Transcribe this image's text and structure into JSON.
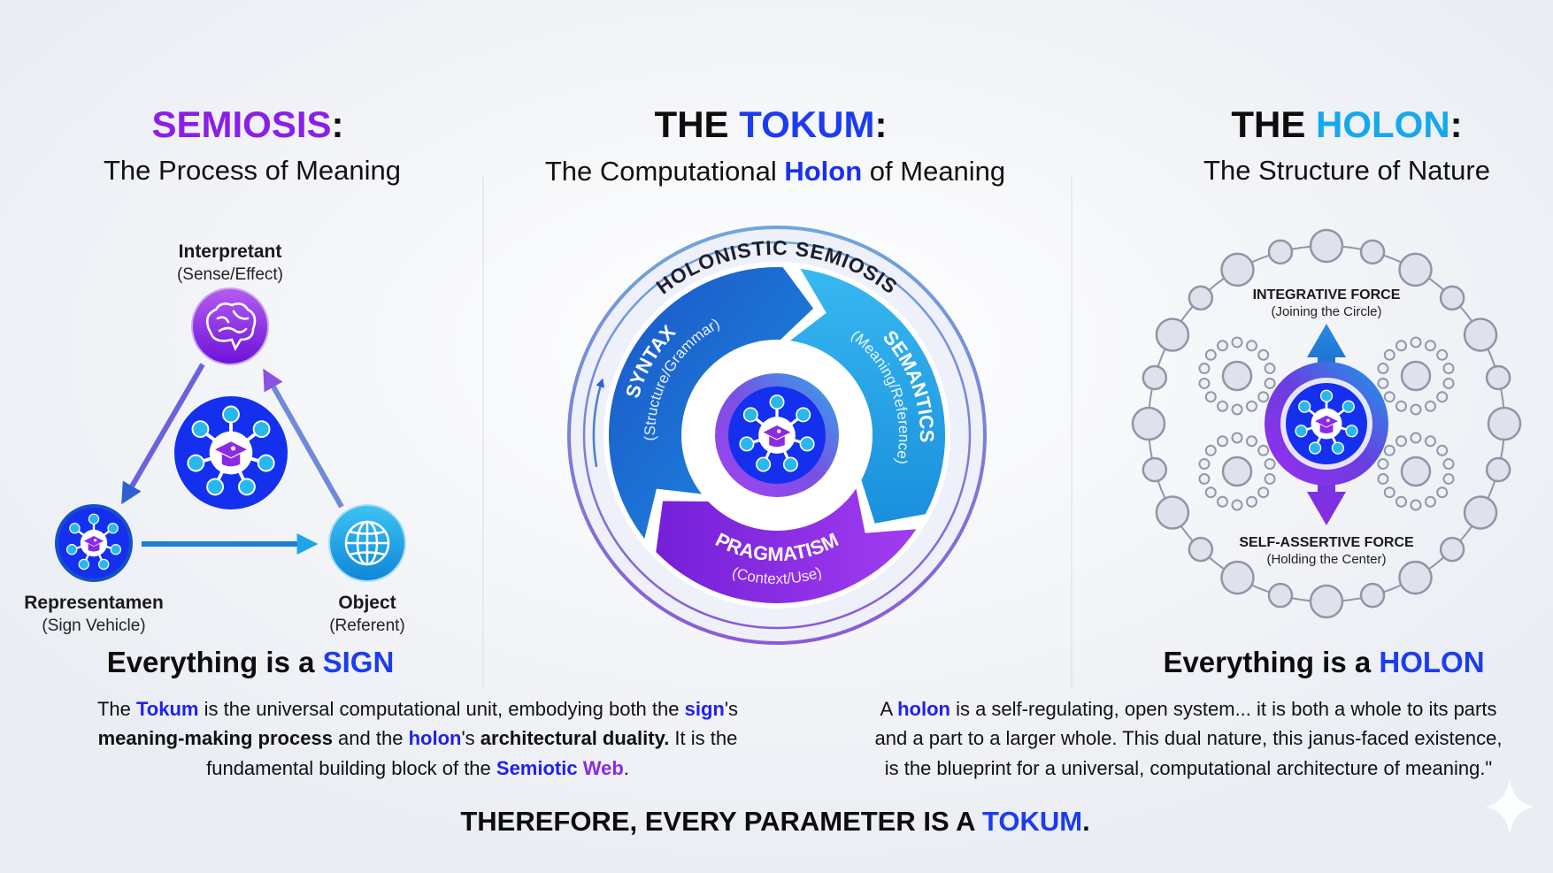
{
  "colors": {
    "semiosis_accent": "#8b1ee8",
    "tokum_accent": "#1c3cf0",
    "holon_accent": "#15a8ec",
    "link_blue": "#2020ee",
    "link_purple": "#8a2be2",
    "syntax": "#1c6fd2",
    "semantics": "#24a7e8",
    "pragmatism": "#8a2be2"
  },
  "semiosis": {
    "title_accent": "SEMIOSIS",
    "title_colon": ":",
    "subtitle": "The Process of Meaning",
    "interpretant": {
      "label": "Interpretant",
      "sub": "(Sense/Effect)",
      "icon": "brain-icon"
    },
    "representamen": {
      "label": "Representamen",
      "sub": "(Sign Vehicle)",
      "icon": "tokum-icon"
    },
    "object": {
      "label": "Object",
      "sub": "(Referent)",
      "icon": "globe-icon"
    },
    "tagline_prefix": "Everything is a ",
    "tagline_accent": "SIGN"
  },
  "tokum": {
    "title_prefix": "THE ",
    "title_accent": "TOKUM",
    "title_colon": ":",
    "subtitle_prefix": "The Computational ",
    "subtitle_accent": "Holon",
    "subtitle_suffix": " of Meaning",
    "ring_label": "HOLONISTIC SEMIOSIS",
    "syntax": {
      "label": "SYNTAX",
      "sub": "(Structure/Grammar)"
    },
    "semantics": {
      "label": "SEMANTICS",
      "sub": "(Meaning/Reference)"
    },
    "pragmatism": {
      "label": "PRAGMATISM",
      "sub": "(Context/Use)"
    }
  },
  "holon": {
    "title_prefix": "THE ",
    "title_accent": "HOLON",
    "title_colon": ":",
    "subtitle": "The Structure of Nature",
    "integrative": {
      "label": "INTEGRATIVE FORCE",
      "sub": "(Joining the Circle)"
    },
    "self_assertive": {
      "label": "SELF-ASSERTIVE FORCE",
      "sub": "(Holding the Center)"
    },
    "tagline_prefix": "Everything is a ",
    "tagline_accent": "HOLON"
  },
  "left_paragraph": {
    "l1": [
      "The ",
      "Tokum",
      " is the universal computational unit, embodying both the ",
      "sign",
      "'s"
    ],
    "l2": [
      "meaning-making process",
      " and the ",
      "holon",
      "'s ",
      "architectural duality.",
      " It is the"
    ],
    "l3": [
      "fundamental building block of the ",
      "Semiotic",
      " ",
      "Web",
      "."
    ]
  },
  "right_paragraph": {
    "l1": [
      "A ",
      "holon",
      " is a self-regulating, open system... it is both a whole to its parts"
    ],
    "l2": "and a part to a larger whole. This dual nature, this janus-faced existence,",
    "l3": "is the blueprint for a universal, computational architecture of meaning.\""
  },
  "conclusion": {
    "prefix": "THEREFORE, EVERY PARAMETER IS A ",
    "accent": "TOKUM",
    "suffix": "."
  }
}
